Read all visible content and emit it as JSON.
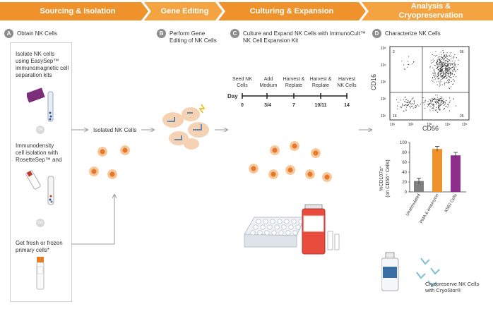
{
  "colors": {
    "stage_orange": "#f0922b",
    "stage_orange_light": "#f4a340",
    "gray_arrow": "#9a9a9a",
    "bar_gray": "#7f7f7f",
    "bar_orange": "#f0922b",
    "bar_purple": "#8e2f8e"
  },
  "stages": [
    {
      "label": "Sourcing & Isolation"
    },
    {
      "label": "Gene Editing"
    },
    {
      "label": "Culturing & Expansion"
    },
    {
      "label": "Analysis &\nCryopreservation"
    }
  ],
  "steps": {
    "a": {
      "letter": "A",
      "title": "Obtain NK Cells"
    },
    "b": {
      "letter": "B",
      "title": "Perform Gene\nEditing of NK Cells"
    },
    "c": {
      "letter": "C",
      "title": "Culture and Expand NK Cells with ImmunoCult™\nNK Cell Expansion Kit"
    },
    "d": {
      "letter": "D",
      "title": "Characterize NK Cells"
    }
  },
  "sourcing": {
    "option1": "Isolate NK cells\nusing EasySep™\nimmunomagnetic cell\nseparation kits",
    "or1": "OR",
    "option2": "Immunodensity\ncell isolation with\nRosetteSep™ and",
    "or2": "OR",
    "option3": "Get fresh or frozen\nprimary cells*"
  },
  "isolated_label": "Isolated NK Cells",
  "timeline": {
    "axis_label": "Day",
    "events": [
      {
        "label": "Seed NK\nCells",
        "day": "0"
      },
      {
        "label": "Add\nMedium",
        "day": "3/4"
      },
      {
        "label": "Harvest &\nReplate",
        "day": "7"
      },
      {
        "label": "Harvest &\nReplate",
        "day": "10/11"
      },
      {
        "label": "Harvest\nNK Cells",
        "day": "14"
      }
    ]
  },
  "flow": {
    "ylabel": "CD16",
    "xlabel": "CD56",
    "y_ticks": [
      "10⁵",
      "10⁴",
      "10³",
      "10²",
      "10¹"
    ],
    "x_ticks": [
      "10¹",
      "10²",
      "10³",
      "10⁴",
      "10⁵"
    ],
    "quadrants": {
      "ul": "2",
      "ur": "56",
      "ll": "16",
      "lr": "26"
    }
  },
  "chart_data": {
    "type": "bar",
    "categories": [
      "Unstimulated",
      "PMA & Ionomycin",
      "K562 Cells"
    ],
    "values": [
      22,
      87,
      74
    ],
    "errors": [
      6,
      5,
      6
    ],
    "ylabel": "%CD107a⁺\n(on CD56⁺ Cells)",
    "ylim": [
      0,
      100
    ],
    "yticks": [
      0,
      20,
      40,
      60,
      80,
      100
    ]
  },
  "cryo_label": "Cryopreserve NK Cells\nwith CryoStor®"
}
